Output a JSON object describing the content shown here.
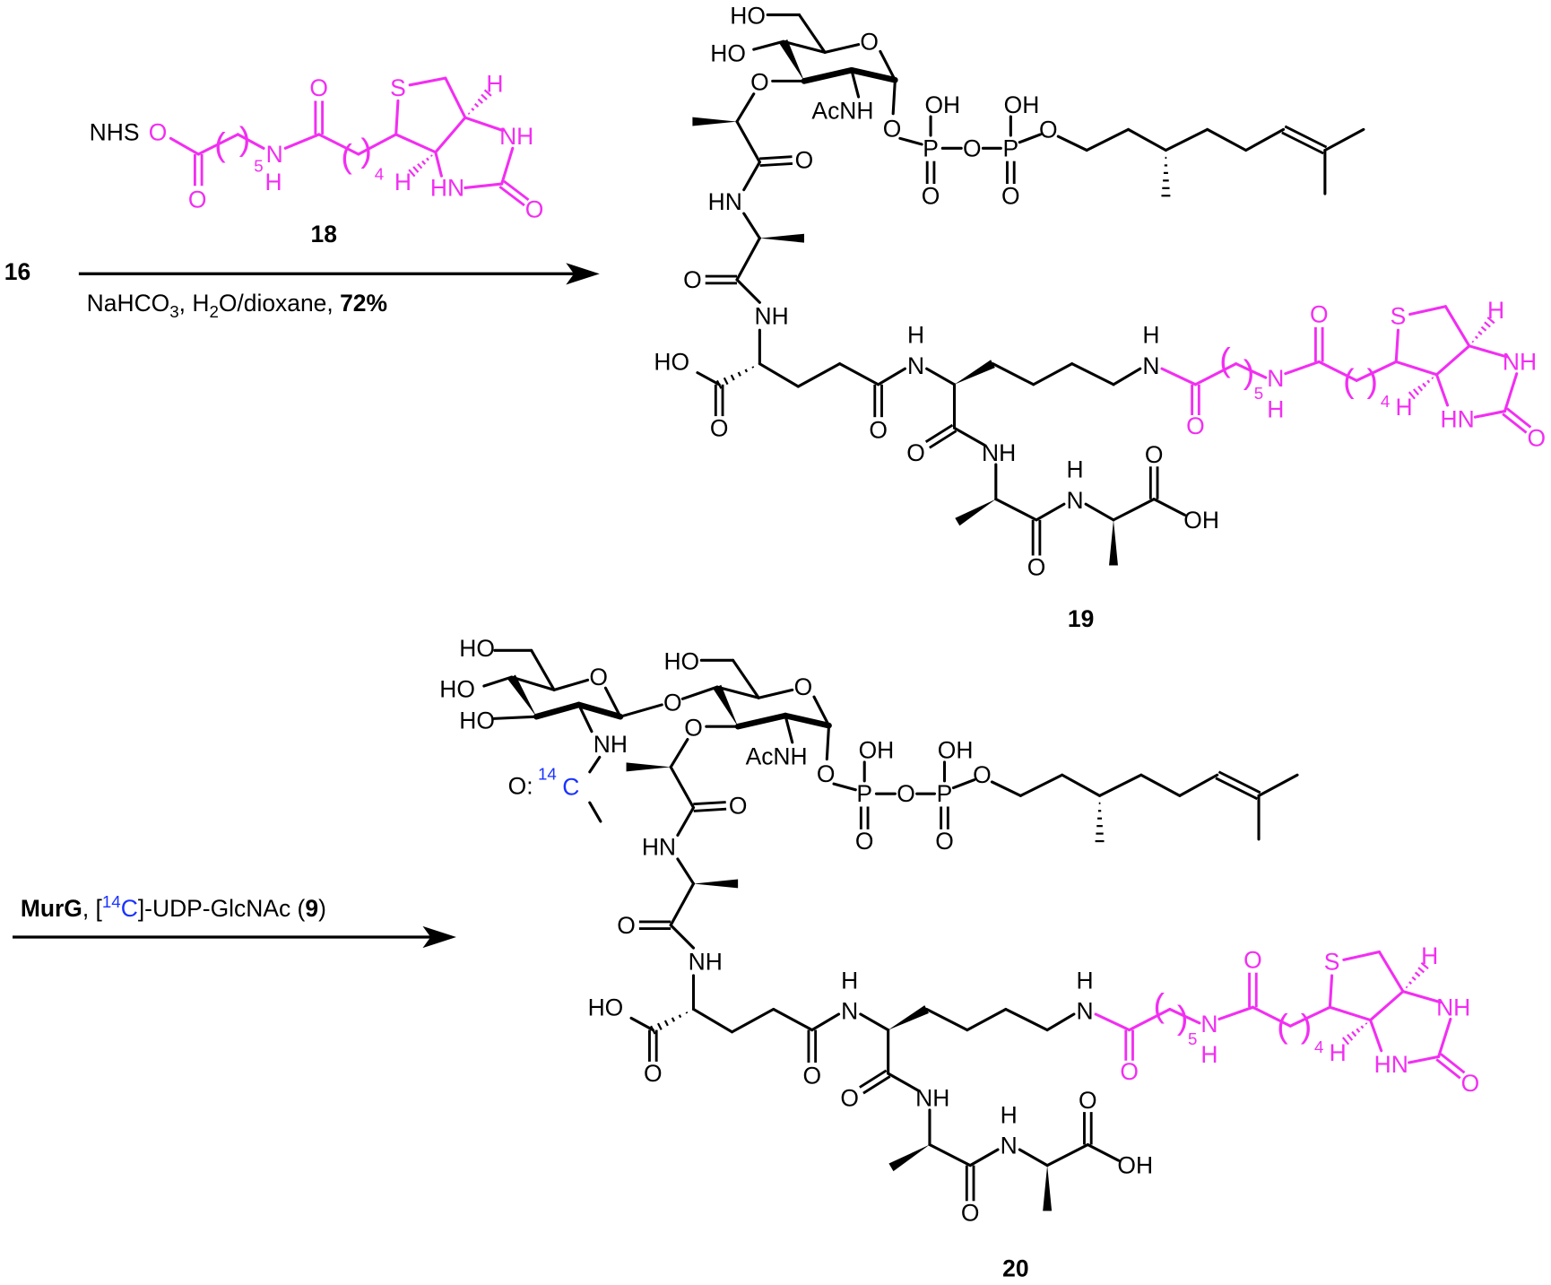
{
  "colors": {
    "black": "#000000",
    "biotin": "#f22ef2",
    "isotope": "#1a33ff"
  },
  "starting_material": {
    "label": "16"
  },
  "reaction_1": {
    "reagent_label": "18",
    "conditions": {
      "p1": "NaHCO",
      "sub1": "3",
      "p2": ", H",
      "sub2": "2",
      "p3": "O/dioxane, ",
      "yield": "72%"
    }
  },
  "reaction_2": {
    "conditions": {
      "enzyme": "MurG",
      "p1": ", [",
      "iso_mass": "14",
      "iso_el": "C",
      "p2": "]-UDP-GlcNAc (",
      "ref": "9",
      "p3": ")"
    }
  },
  "compound_18": {
    "atoms": [
      "NHS",
      "O",
      "O",
      "(",
      ")",
      "5",
      "N",
      "H",
      "O",
      "(",
      ")",
      "4",
      "S",
      "H",
      "NH",
      "HN",
      "O",
      "H"
    ]
  },
  "compound_19": {
    "label": "19",
    "atoms": [
      "HO",
      "HO",
      "O",
      "O",
      "AcNH",
      "O",
      "P",
      "OH",
      "O",
      "O",
      "P",
      "OH",
      "O",
      "O",
      "O",
      "HN",
      "O",
      "NH",
      "HO",
      "O",
      "O",
      "N",
      "H",
      "N",
      "H",
      "O",
      "NH",
      "H",
      "N",
      "O",
      "O",
      "OH",
      "O",
      "(",
      ")",
      "5",
      "N",
      "H",
      "O",
      "(",
      ")",
      "4",
      "S",
      "H",
      "NH",
      "HN",
      "O",
      "H"
    ]
  },
  "compound_20": {
    "label": "20",
    "atoms": [
      "HO",
      "O",
      "O",
      "O",
      "AcNH",
      "O",
      "P",
      "OH",
      "O",
      "O",
      "P",
      "OH",
      "O",
      "O",
      "O",
      "HN",
      "O",
      "NH",
      "HO",
      "O",
      "O",
      "N",
      "H",
      "N",
      "H",
      "O",
      "NH",
      "H",
      "N",
      "O",
      "O",
      "OH",
      "O",
      "(",
      ")",
      "5",
      "N",
      "H",
      "O",
      "(",
      ")",
      "4",
      "S",
      "H",
      "NH",
      "HN",
      "O",
      "H"
    ],
    "glcnac_atoms": [
      "HO",
      "HO",
      "HO",
      "O",
      "NH",
      "O:"
    ],
    "label_iso_mass": "14",
    "label_iso_el": "C"
  }
}
